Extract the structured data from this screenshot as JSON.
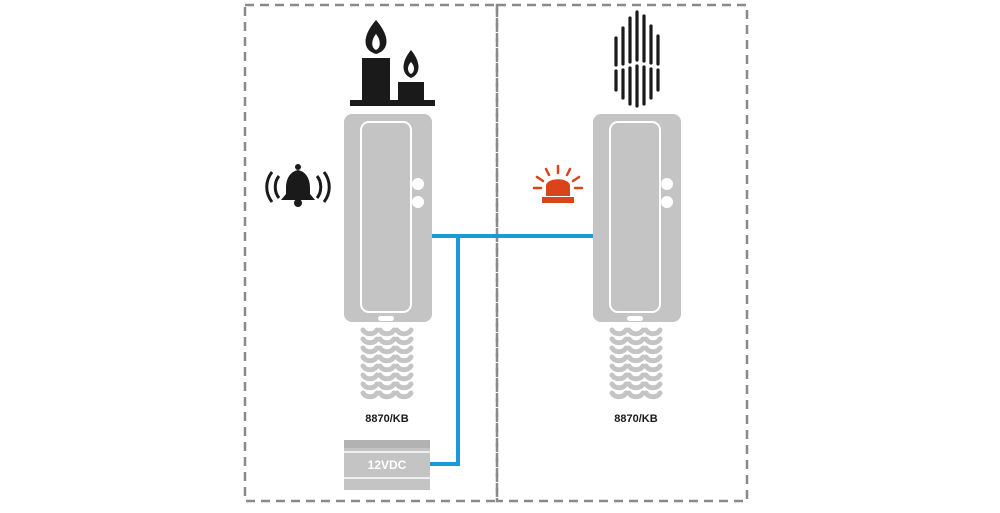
{
  "left_panel": {
    "model_label": "8870/KB",
    "power_label": "12VDC",
    "ambient_icon": "candles-icon",
    "signal_icon": "ringing-bell-icon"
  },
  "right_panel": {
    "model_label": "8870/KB",
    "ambient_icon": "noise-bars-icon",
    "signal_icon": "flashing-beacon-icon"
  },
  "colors": {
    "border": "#8a8a8a",
    "handset": "#c4c4c4",
    "handset_outline": "#ffffff",
    "wire": "#1a9ad6",
    "icon_dark": "#1a1a1a",
    "beacon": "#d9441b",
    "text": "#1a1a1a"
  }
}
